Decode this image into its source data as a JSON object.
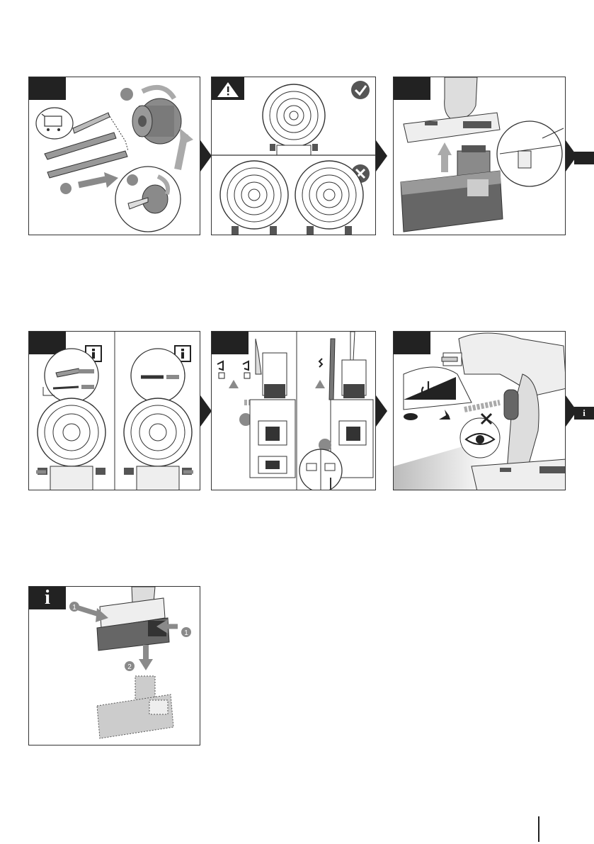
{
  "sections": {
    "info_label": "i"
  },
  "colors": {
    "ink": "#222222",
    "mid_gray": "#8a8a8a",
    "light_gray": "#d6d6d6",
    "panel_border": "#333333"
  },
  "icons": {
    "warning": "warning-triangle-icon",
    "ok": "checkmark-icon",
    "no": "cross-icon",
    "info": "info-icon",
    "power": "power-icon",
    "eye": "eye-icon",
    "slow": "turtle-icon",
    "fast": "rabbit-icon",
    "cart": "shopping-cart-icon"
  },
  "callouts": {
    "step_one": "1",
    "step_two": "2"
  }
}
